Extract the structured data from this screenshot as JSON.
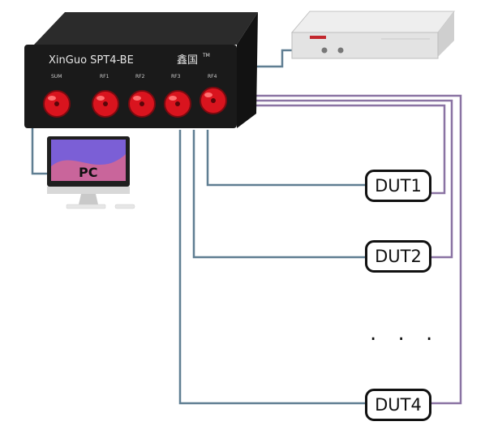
{
  "device": {
    "model": "XinGuo SPT4-BE",
    "chinese_brand": "鑫国",
    "tm": "TM",
    "port_labels": [
      "SUM",
      "RF1",
      "RF2",
      "RF3",
      "RF4"
    ],
    "body_color": "#1a1a1a",
    "connector_color": "#d9141e"
  },
  "pc": {
    "label": "PC"
  },
  "duts": [
    {
      "label": "DUT1"
    },
    {
      "label": "DUT2"
    },
    {
      "label": "DUT4"
    }
  ],
  "ellipsis": ". . .",
  "colors": {
    "gray_cable": "#5f7e92",
    "purple_cable": "#8a73a3",
    "dut_border": "#111111"
  }
}
